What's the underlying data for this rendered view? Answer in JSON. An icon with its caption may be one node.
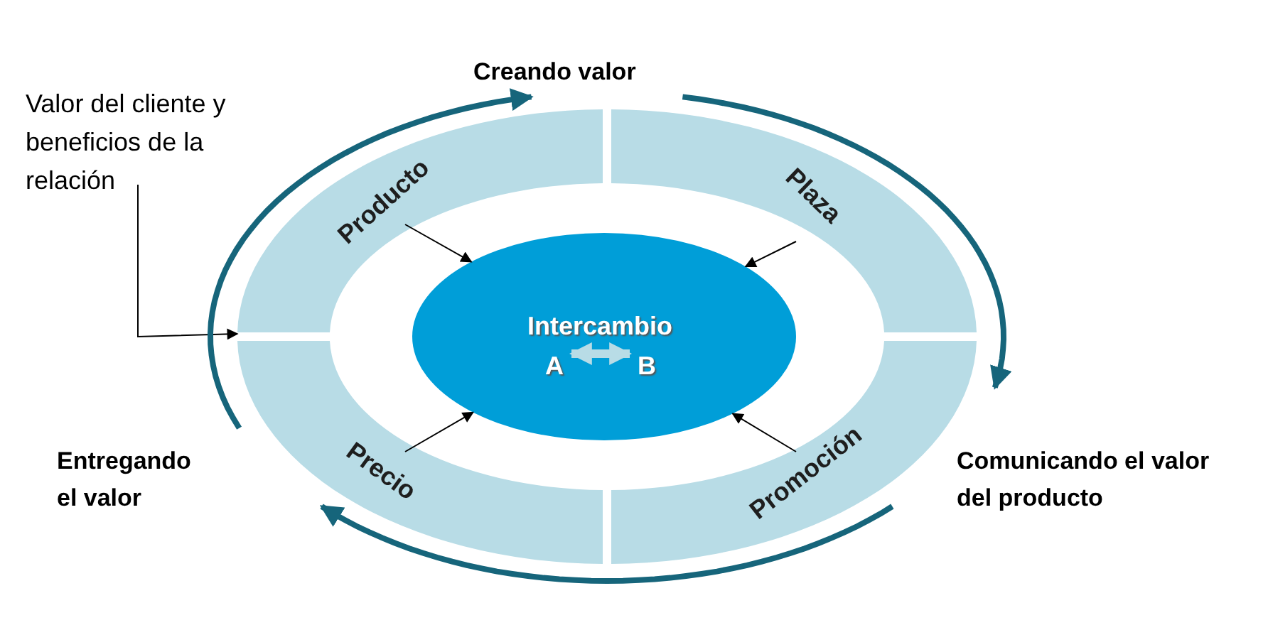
{
  "diagram": {
    "nodes": [
      {
        "text": [
          "Producto"
        ]
      },
      {
        "text": [
          "Plaza"
        ]
      },
      {
        "text": [
          "Precio"
        ]
      },
      {
        "text": [
          "Promoción"
        ]
      },
      {
        "text": [
          "Intercambio"
        ]
      },
      {
        "text": [
          "A"
        ],
        "in": 4
      },
      {
        "text": [
          "B"
        ],
        "in": 4
      },
      {
        "text": [
          "Valor del cliente y beneficios de la relación"
        ]
      }
    ],
    "edges": [
      {
        "from": 0,
        "to": 4,
        "arrow": "to"
      },
      {
        "from": 1,
        "to": 4,
        "arrow": "to"
      },
      {
        "from": 2,
        "to": 4,
        "arrow": "to"
      },
      {
        "from": 3,
        "to": 4,
        "arrow": "to"
      },
      {
        "from": 5,
        "to": 6,
        "arrow": "both",
        "style": "thick",
        "color": "#b8dce6"
      },
      {
        "from": 7,
        "to": 0,
        "arrow": "to"
      }
    ],
    "labels": [
      "Creando valor",
      "Entregando el valor",
      "Comunicando el valor del producto"
    ]
  }
}
